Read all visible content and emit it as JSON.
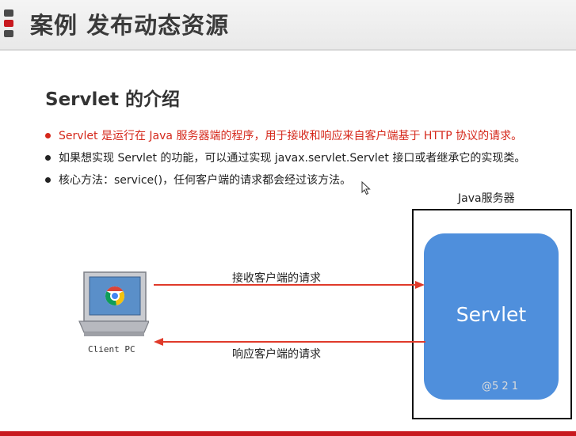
{
  "header": {
    "title": "案例 发布动态资源"
  },
  "section": {
    "title": "Servlet 的介绍"
  },
  "bullets": [
    "Servlet 是运行在 Java 服务器端的程序，用于接收和响应来自客户端基于 HTTP 协议的请求。",
    "如果想实现 Servlet 的功能，可以通过实现 javax.servlet.Servlet 接口或者继承它的实现类。",
    "核心方法：service()，任何客户端的请求都会经过该方法。"
  ],
  "diagram": {
    "server_label": "Java服务器",
    "servlet_label": "Servlet",
    "request_label": "接收客户端的请求",
    "response_label": "响应客户端的请求",
    "client_label": "Client PC",
    "watermark": "@5 2 1"
  },
  "colors": {
    "accent_red": "#d5281b",
    "servlet_blue": "#4f8fdc",
    "arrow_red": "#e03a2a"
  }
}
